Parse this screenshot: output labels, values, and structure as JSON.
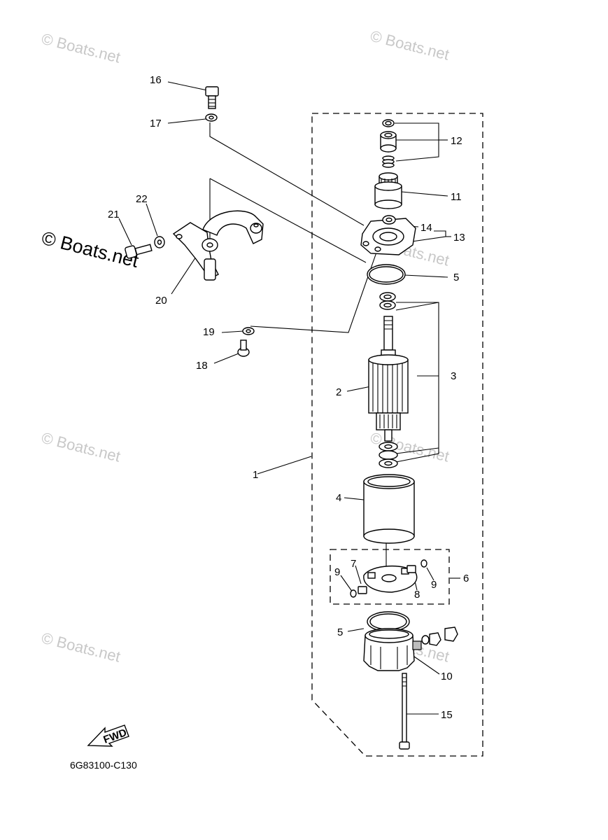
{
  "watermarks": [
    "© Boats.net",
    "© Boats.net",
    "© Boats.net",
    "© Boats.net",
    "© Boats.net",
    "© Boats.net",
    "© Boats.net"
  ],
  "watermark_prominent": "© Boats.net",
  "diagram_code": "6G83100-C130",
  "fwd_arrow_label": "FWD",
  "callouts": {
    "n1": "1",
    "n2": "2",
    "n3": "3",
    "n4": "4",
    "n5a": "5",
    "n5b": "5",
    "n6": "6",
    "n7": "7",
    "n8": "8",
    "n9a": "9",
    "n9b": "9",
    "n10": "10",
    "n11": "11",
    "n12": "12",
    "n13": "13",
    "n14": "14",
    "n15": "15",
    "n16": "16",
    "n17": "17",
    "n18": "18",
    "n19": "19",
    "n20": "20",
    "n21": "21",
    "n22": "22"
  }
}
